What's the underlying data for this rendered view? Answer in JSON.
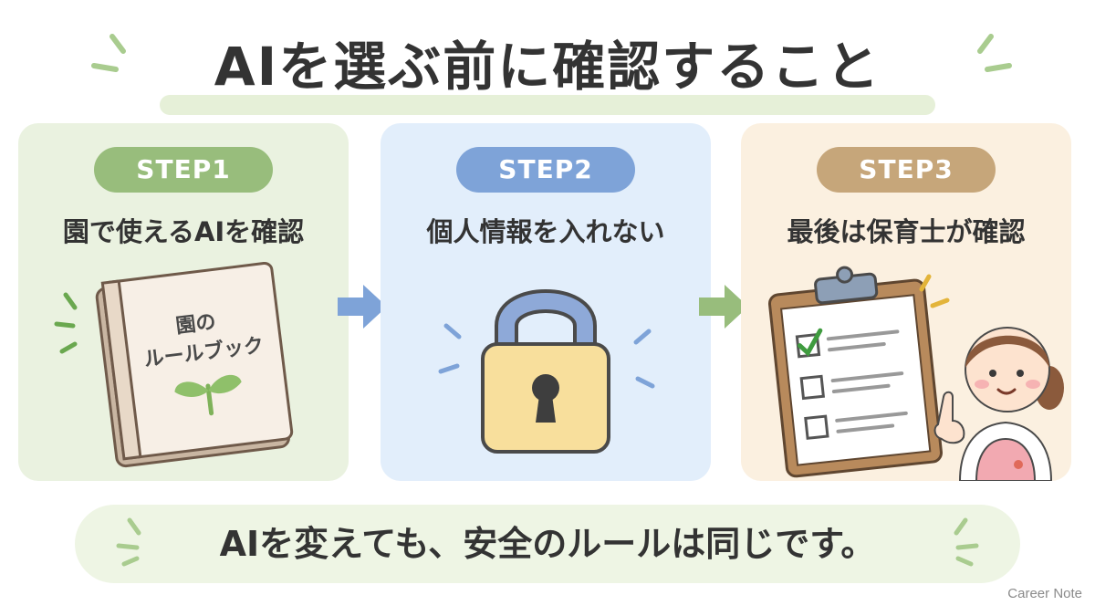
{
  "title": "AIを選ぶ前に確認すること",
  "steps": [
    {
      "label": "STEP1",
      "caption": "園で使えるAIを確認",
      "book_line1": "園の",
      "book_line2": "ルールブック",
      "color": "#98bd7c",
      "panel_color": "#eaf2e0"
    },
    {
      "label": "STEP2",
      "caption": "個人情報を入れない",
      "color": "#7ea3d8",
      "panel_color": "#e2eefb"
    },
    {
      "label": "STEP3",
      "caption": "最後は保育士が確認",
      "color": "#c6a67a",
      "panel_color": "#fbf0e0"
    }
  ],
  "bottom_message": "AIを変えても、安全のルールは同じです。",
  "watermark": "Career Note",
  "icons": {
    "step1": "rulebook-icon",
    "step2": "padlock-icon",
    "step3": "clipboard-checklist-icon",
    "step3_person": "caregiver-illustration",
    "arrows": "arrow-right-icon"
  }
}
